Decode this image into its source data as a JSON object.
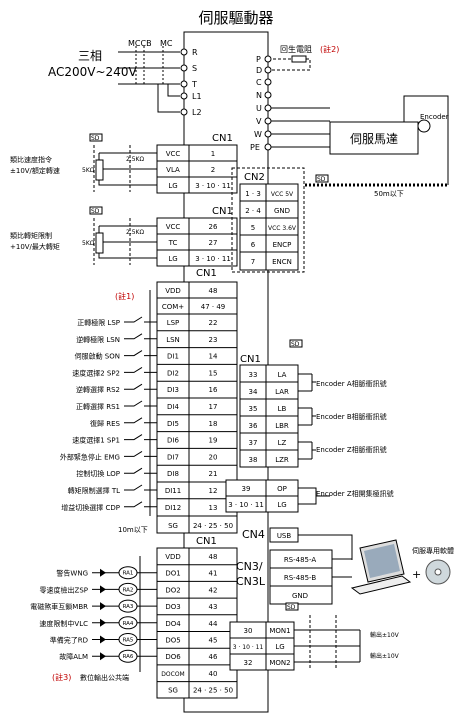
{
  "title": "伺服驅動器",
  "power": {
    "phase": "三相",
    "voltage": "AC200V~240V",
    "mccb": "MCCB",
    "mc": "MC",
    "terminals": [
      "R",
      "S",
      "T",
      "L1",
      "L2"
    ]
  },
  "motor_side": {
    "regen_label": "回生電阻",
    "regen_note": "(註2)",
    "terminals": [
      "P",
      "D",
      "C",
      "N",
      "U",
      "V",
      "W",
      "PE"
    ],
    "motor_label": "伺服馬達",
    "encoder_label": "Encoder",
    "cable_note": "50m以下"
  },
  "cn1_speed": {
    "header": "CN1",
    "left_label_1": "類比速度指令",
    "left_label_2": "±10V/額定轉速",
    "pot": "2.5KΩ",
    "res": "5KΩ",
    "sd": "SD",
    "rows": [
      {
        "sig": "VCC",
        "pin": "1"
      },
      {
        "sig": "VLA",
        "pin": "2"
      },
      {
        "sig": "LG",
        "pin": "3 · 10 · 11"
      }
    ]
  },
  "cn1_torque": {
    "header": "CN1",
    "left_label_1": "類比轉矩限制",
    "left_label_2": "+10V/最大轉矩",
    "pot": "2.5KΩ",
    "res": "5KΩ",
    "sd": "SD",
    "rows": [
      {
        "sig": "VCC",
        "pin": "26"
      },
      {
        "sig": "TC",
        "pin": "27"
      },
      {
        "sig": "LG",
        "pin": "3 · 10 · 11"
      }
    ]
  },
  "cn2": {
    "header": "CN2",
    "rows": [
      {
        "pin": "1 · 3",
        "sig": "VCC 5V"
      },
      {
        "pin": "2 · 4",
        "sig": "GND"
      },
      {
        "pin": "5",
        "sig": "VCC 3.6V"
      },
      {
        "pin": "6",
        "sig": "ENCP"
      },
      {
        "pin": "7",
        "sig": "ENCN"
      }
    ]
  },
  "cn1_inputs": {
    "header": "CN1",
    "note1": "(註1)",
    "top_rows": [
      {
        "sig": "VDD",
        "pin": "48"
      },
      {
        "sig": "COM+",
        "pin": "47 · 49"
      }
    ],
    "rows": [
      {
        "label": "正轉極限 LSP",
        "sig": "LSP",
        "pin": "22"
      },
      {
        "label": "逆轉極限 LSN",
        "sig": "LSN",
        "pin": "23"
      },
      {
        "label": "伺服啟動 SON",
        "sig": "DI1",
        "pin": "14"
      },
      {
        "label": "速度選擇2 SP2",
        "sig": "DI2",
        "pin": "15"
      },
      {
        "label": "逆轉選擇 RS2",
        "sig": "DI3",
        "pin": "16"
      },
      {
        "label": "正轉選擇 RS1",
        "sig": "DI4",
        "pin": "17"
      },
      {
        "label": "復歸 RES",
        "sig": "DI5",
        "pin": "18"
      },
      {
        "label": "速度選擇1 SP1",
        "sig": "DI6",
        "pin": "19"
      },
      {
        "label": "外部緊急停止 EMG",
        "sig": "DI7",
        "pin": "20"
      },
      {
        "label": "控制切換 LOP",
        "sig": "DI8",
        "pin": "21"
      },
      {
        "label": "轉矩限制選擇 TL",
        "sig": "DI11",
        "pin": "12"
      },
      {
        "label": "增益切換選擇 CDP",
        "sig": "DI12",
        "pin": "13"
      }
    ],
    "sg": {
      "sig": "SG",
      "pin": "24 · 25 · 50"
    },
    "length_note": "10m以下"
  },
  "cn1_encoder_out": {
    "header": "CN1",
    "sd": "SD",
    "rows": [
      {
        "pin": "33",
        "sig": "LA"
      },
      {
        "pin": "34",
        "sig": "LAR"
      },
      {
        "pin": "35",
        "sig": "LB"
      },
      {
        "pin": "36",
        "sig": "LBR"
      },
      {
        "pin": "37",
        "sig": "LZ"
      },
      {
        "pin": "38",
        "sig": "LZR"
      }
    ],
    "labels": [
      "Encoder A相脈衝訊號",
      "Encoder B相脈衝訊號",
      "Encoder Z相脈衝訊號"
    ],
    "op_rows": [
      {
        "pin": "39",
        "sig": "OP"
      },
      {
        "pin": "3 · 10 · 11",
        "sig": "LG"
      }
    ],
    "op_label": "Encoder Z相開集極訊號"
  },
  "cn4": {
    "header": "CN4",
    "sig": "USB"
  },
  "cn3": {
    "header1": "CN3/",
    "header2": "CN3L",
    "rows": [
      "RS-485-A",
      "RS-485-B",
      "GND"
    ],
    "pc_label": "伺服專用軟體",
    "plus": "+"
  },
  "cn1_outputs": {
    "header": "CN1",
    "note3": "(註3)",
    "common_label": "數位輸出公共端",
    "rows": [
      {
        "label": "",
        "relay": "",
        "sig": "VDD",
        "pin": "48"
      },
      {
        "label": "警告WNG",
        "relay": "RA1",
        "sig": "DO1",
        "pin": "41"
      },
      {
        "label": "零速度檢出ZSP",
        "relay": "RA2",
        "sig": "DO2",
        "pin": "42"
      },
      {
        "label": "電磁煞車互鎖MBR",
        "relay": "RA3",
        "sig": "DO3",
        "pin": "43"
      },
      {
        "label": "速度限制中VLC",
        "relay": "RA4",
        "sig": "DO4",
        "pin": "44"
      },
      {
        "label": "準備完了RD",
        "relay": "RA5",
        "sig": "DO5",
        "pin": "45"
      },
      {
        "label": "故障ALM",
        "relay": "RA6",
        "sig": "DO6",
        "pin": "46"
      },
      {
        "label": "",
        "relay": "",
        "sig": "DOCOM",
        "pin": "40"
      },
      {
        "label": "",
        "relay": "",
        "sig": "SG",
        "pin": "24 · 25 · 50"
      }
    ]
  },
  "monitor": {
    "sd": "SD",
    "rows": [
      {
        "pin": "30",
        "sig": "MON1"
      },
      {
        "pin": "3 · 10 · 11",
        "sig": "LG"
      },
      {
        "pin": "32",
        "sig": "MON2"
      }
    ],
    "out1": "輸出±10V",
    "out2": "輸出±10V"
  }
}
